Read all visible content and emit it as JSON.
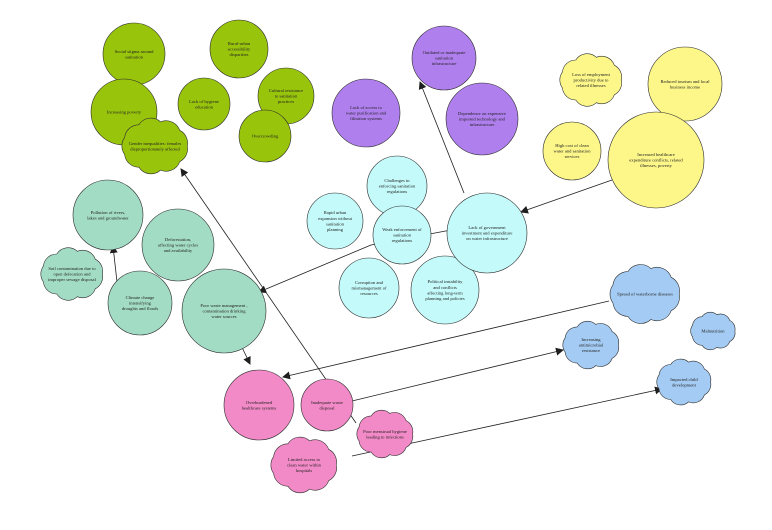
{
  "colors": {
    "green": "#99c40c",
    "purple": "#b07fee",
    "yellow": "#fdf78a",
    "teal": "#a3dcc5",
    "cyan": "#c4fafa",
    "blue": "#a4cbf3",
    "pink": "#f28ac7",
    "stroke": "#2c2c2c",
    "arrow": "#1f1f1f"
  },
  "nodes": {
    "social_stigma": "Social stigma around sanitation",
    "rural_urban": "Rural-urban accessibility disparities",
    "increasing_poverty": "Increasing poverty",
    "lack_hygiene": "Lack of hygiene education",
    "cultural_resistance": "Cultural resistance to sanitation practices",
    "overcrowding": "Overcrowding",
    "gender_inequalities": "Gender inequalities: females disproportionately affected",
    "outdated_infra": "Outdated or inadequate sanitation infrastructure",
    "lack_water_purification": "Lack of access to water purification and filtration systems",
    "dependence_tech": "Dependence on expensive imported technology and infrastructure",
    "loss_employment": "Loss of employment productivity due to related illnesses",
    "reduced_tourism": "Reduced tourism and local business income",
    "high_cost_water": "High cost of clean water and sanitation services",
    "healthcare_expenditure": "Increased healthcare expenditure conflicts, related illnesses, poverty",
    "challenges_enforcing": "Challenges in enforcing sanitation regulations",
    "rapid_urban": "Rapid urban expansion without sanitation planning",
    "weak_enforcement": "Weak enforcement of sanitation regulations",
    "corruption": "Corruption and mismanagement of resources",
    "political_instability": "Political instability and conflicts affecting long-term planning and policies",
    "lack_investment": "Lack of government investment and expenditure on water infrastructure",
    "pollution_rivers": "Pollution of rivers, lakes and groundwater",
    "deforestation": "Deforestation, affecting water cycles and availability",
    "soil_contamination": "Soil contamination due to open defecation and improper sewage disposal",
    "climate_change": "Climate change intensifying droughts and floods",
    "poor_waste": "Poor waste management , contamination drinking water sources",
    "spread_waterborne": "Spread of waterborne diseases",
    "increasing_amr": "Increasing antimicrobial resistance",
    "malnutrition": "Malnutrition",
    "impacted_child": "Impacted child development",
    "overburdened": "Overburdened healthcare systems",
    "inadequate_waste": "Inadequate waste disposal",
    "poor_menstrual": "Poor menstrual hygiene leading to infections",
    "limited_access": "Limited access to clean water within hospitals"
  }
}
